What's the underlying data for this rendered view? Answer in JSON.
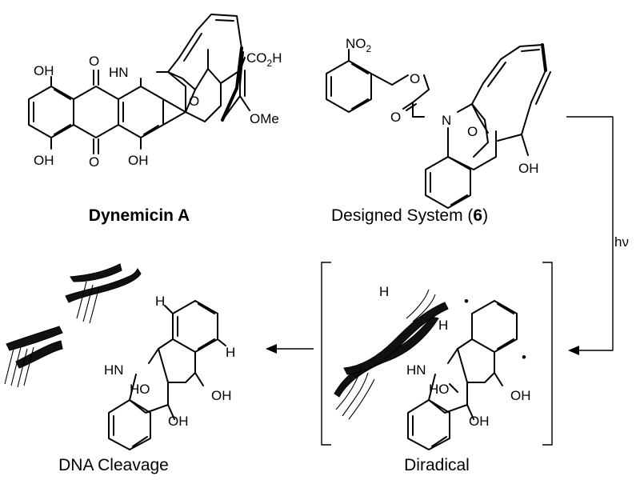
{
  "captions": {
    "dynemicin_name": "Dynemicin A",
    "designed_prefix": "Designed System (",
    "designed_number": "6",
    "designed_suffix": ")",
    "diradical": "Diradical",
    "dna_cleavage": "DNA Cleavage"
  },
  "arrow": {
    "condition": "hν"
  },
  "atoms": {
    "oh": "OH",
    "ho": "HO",
    "o": "O",
    "hn": "HN",
    "h": "H",
    "n": "N",
    "co2h_main": "CO",
    "co2h_sub": "2",
    "co2h_tail": "H",
    "ome": "OMe",
    "no2_main": "NO",
    "no2_sub": "2",
    "radical_dot": "•"
  }
}
